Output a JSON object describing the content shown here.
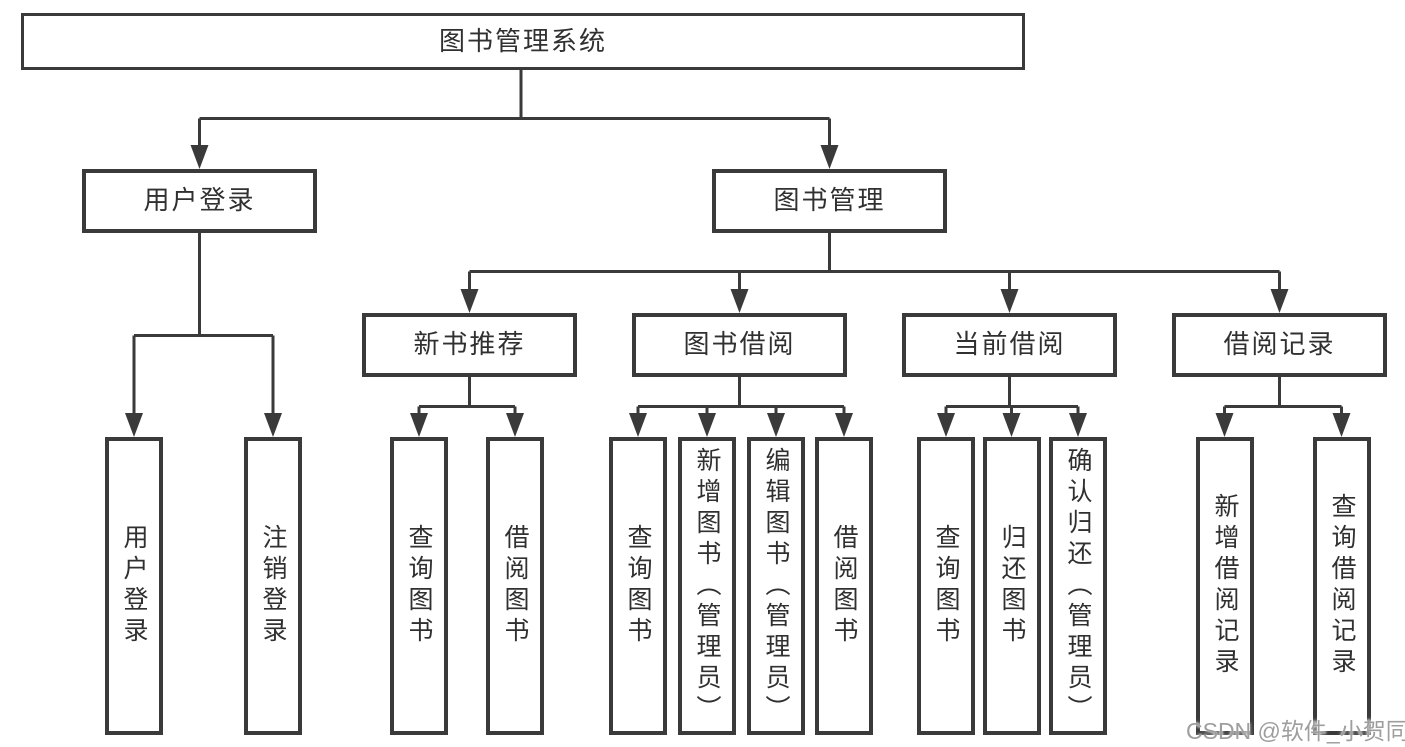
{
  "tree": {
    "label": "图书管理系统",
    "children": [
      {
        "label": "用户登录",
        "children": [
          {
            "label": "用户登录"
          },
          {
            "label": "注销登录"
          }
        ]
      },
      {
        "label": "图书管理",
        "children": [
          {
            "label": "新书推荐",
            "children": [
              {
                "label": "查询图书"
              },
              {
                "label": "借阅图书"
              }
            ]
          },
          {
            "label": "图书借阅",
            "children": [
              {
                "label": "查询图书"
              },
              {
                "label": "新增图书（管理员）"
              },
              {
                "label": "编辑图书（管理员）"
              },
              {
                "label": "借阅图书"
              }
            ]
          },
          {
            "label": "当前借阅",
            "children": [
              {
                "label": "查询图书"
              },
              {
                "label": "归还图书"
              },
              {
                "label": "确认归还（管理员）"
              }
            ]
          },
          {
            "label": "借阅记录",
            "children": [
              {
                "label": "新增借阅记录"
              },
              {
                "label": "查询借阅记录"
              }
            ]
          }
        ]
      }
    ]
  },
  "colors": {
    "line": "#3a3a3a",
    "text": "#303030",
    "watermark": "#9e9e9e"
  },
  "watermark": "CSDN @软件_小贺同学"
}
